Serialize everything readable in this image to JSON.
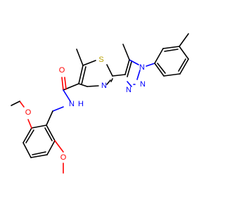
{
  "molecule": {
    "atoms": {
      "o_amide": "O",
      "n_amide": "N",
      "h_amide": "H",
      "s_thiazole": "S",
      "n_thiazole": "N",
      "n_triazole_1": "N",
      "n_triazole_2": "N",
      "n_triazole_3": "N",
      "o_methoxy_top": "O",
      "o_methoxy_bottom": "O"
    },
    "colors": {
      "carbon": "#000000",
      "nitrogen": "#0000ff",
      "oxygen": "#ff0000",
      "sulfur": "#b8a000"
    }
  }
}
